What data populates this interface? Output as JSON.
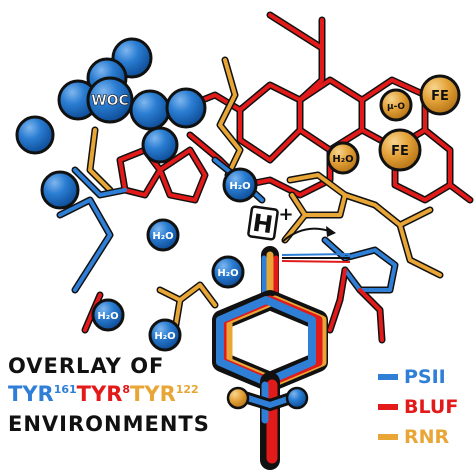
{
  "caption": {
    "line1": "OVERLAY OF",
    "tyr_a": "TYR",
    "tyr_a_sup": "161",
    "tyr_b": "TYR",
    "tyr_b_sup": "8",
    "tyr_c": "TYR",
    "tyr_c_sup": "122",
    "line3": "ENVIRONMENTS"
  },
  "legend": [
    {
      "label": "PSII",
      "color": "#2f7fd6"
    },
    {
      "label": "BLUF",
      "color": "#e21a1a"
    },
    {
      "label": "RNR",
      "color": "#e8a636"
    }
  ],
  "labels": {
    "woc": "WOC",
    "fe1": "FE",
    "fe2": "FE",
    "mu_o": "μ-O",
    "water": "H₂O",
    "proton": "H",
    "plus": "+"
  },
  "colors": {
    "psii": "#2f7fd6",
    "bluf": "#e21a1a",
    "rnr": "#e8a636",
    "sphere_blue": "#1f72c8",
    "sphere_gold": "#e8a636",
    "outline": "#111111"
  },
  "icons": [
    "manganese-sphere",
    "iron-sphere",
    "water-molecule",
    "proton-symbol",
    "curved-arrow"
  ]
}
